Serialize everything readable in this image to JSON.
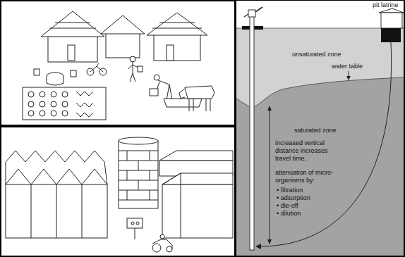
{
  "diagram": {
    "labels": [
      "pit latrine",
      "unsaturated zone",
      "water table",
      "saturated zone",
      "increased vertical distance increases travel time.",
      "attenuation of micro-organisms by:",
      "• filtration",
      "• adsorption",
      "• die-off",
      "• dilution"
    ]
  }
}
